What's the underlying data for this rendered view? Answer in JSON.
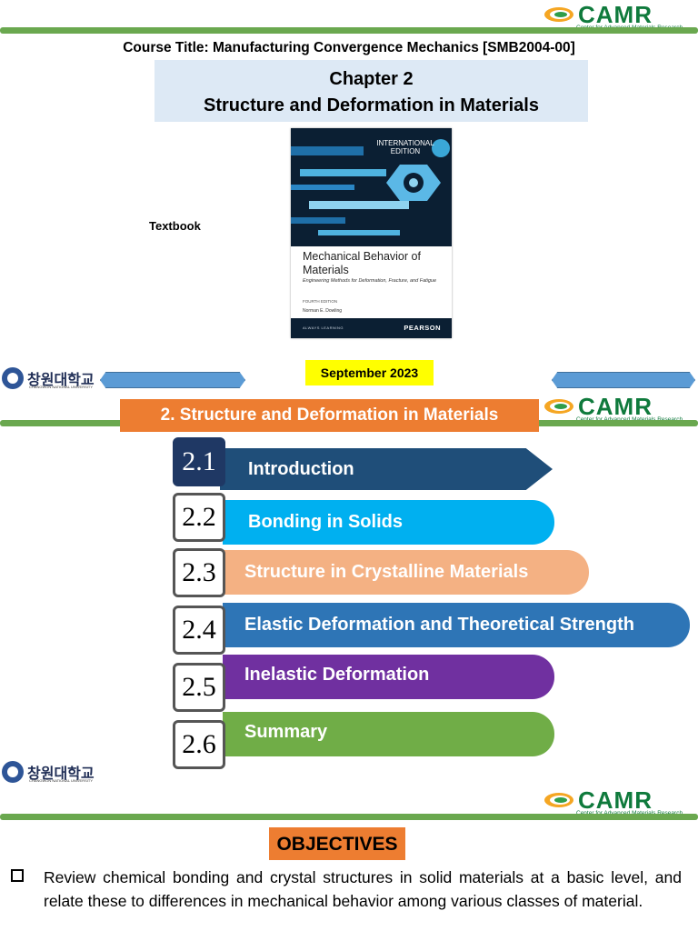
{
  "logo": {
    "name": "CAMR",
    "subtitle": "Center for Advanced Materials Research"
  },
  "university": {
    "korean": "창원대학교",
    "english": "CHANGWON NATIONAL UNIVERSITY"
  },
  "slide1": {
    "course_title": "Course Title:  Manufacturing Convergence Mechanics [SMB2004-00]",
    "chapter": "Chapter 2",
    "chapter_title": "Structure and Deformation in Materials",
    "textbook_label": "Textbook",
    "book": {
      "edition_badge": "INTERNATIONAL EDITION",
      "title": "Mechanical Behavior of Materials",
      "subtitle": "Engineering Methods for Deformation, Fracture, and Fatigue",
      "edition": "FOURTH EDITION",
      "author": "Norman E. Dowling",
      "series": "ALWAYS LEARNING",
      "publisher": "PEARSON"
    },
    "date": "September 2023"
  },
  "slide2": {
    "header": "2. Structure and Deformation in Materials",
    "items": [
      {
        "num": "2.1",
        "label": "Introduction",
        "color": "#1f4e79"
      },
      {
        "num": "2.2",
        "label": "Bonding in Solids",
        "color": "#00b0f0"
      },
      {
        "num": "2.3",
        "label": "Structure in Crystalline Materials",
        "color": "#f4b183"
      },
      {
        "num": "2.4",
        "label": "Elastic Deformation and Theoretical Strength",
        "color": "#2e75b6"
      },
      {
        "num": "2.5",
        "label": "Inelastic Deformation",
        "color": "#7030a0"
      },
      {
        "num": "2.6",
        "label": "Summary",
        "color": "#70ad47"
      }
    ]
  },
  "slide3": {
    "heading": "OBJECTIVES",
    "bullet": "Review chemical bonding and crystal structures in solid materials at a basic level, and relate these to differences in mechanical behavior among various classes of material."
  }
}
